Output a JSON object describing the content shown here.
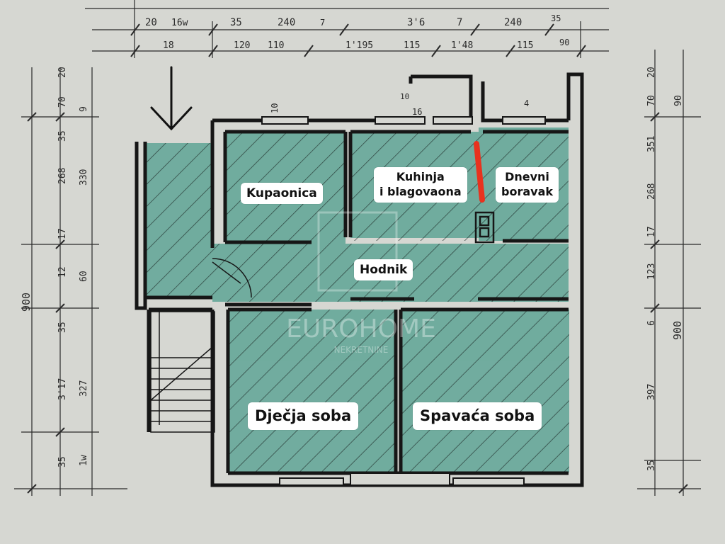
{
  "colors": {
    "paper": "#d6d7d2",
    "room_fill": "#5fa596",
    "wall": "#161616",
    "hatch": "#1e2a27",
    "partition_marker": "#e8321e"
  },
  "rooms": {
    "kupaonica": "Kupaonica",
    "kuhinja_line1": "Kuhinja",
    "kuhinja_line2": "i blagovaona",
    "dnevni_line1": "Dnevni",
    "dnevni_line2": "boravak",
    "hodnik": "Hodnik",
    "djecja": "Dječja soba",
    "spavaca": "Spavaća soba"
  },
  "dimensions": {
    "top_row1": [
      "20",
      "16w",
      "35",
      "240",
      "7",
      "3'6",
      "7",
      "240",
      "35"
    ],
    "top_row2": [
      "18",
      "120",
      "110",
      "1'195",
      "115",
      "1'48",
      "115",
      "90"
    ],
    "left_outer": [
      "20",
      "70",
      "35",
      "268",
      "17",
      "12",
      "35",
      "3'17",
      "35"
    ],
    "left_inner": [
      "9",
      "330",
      "60",
      "327",
      "1w"
    ],
    "left_total": "900",
    "right_outer": [
      "20",
      "70",
      "351",
      "268",
      "17",
      "123",
      "6",
      "397",
      "35"
    ],
    "right_inner": [
      "90"
    ],
    "right_total": "900",
    "small_marks": [
      "10",
      "16",
      "10",
      "4"
    ]
  },
  "watermark": {
    "brand": "EUROHOME",
    "sub": "NEKRETNINE"
  },
  "entry_arrow": "down-arrow-icon"
}
